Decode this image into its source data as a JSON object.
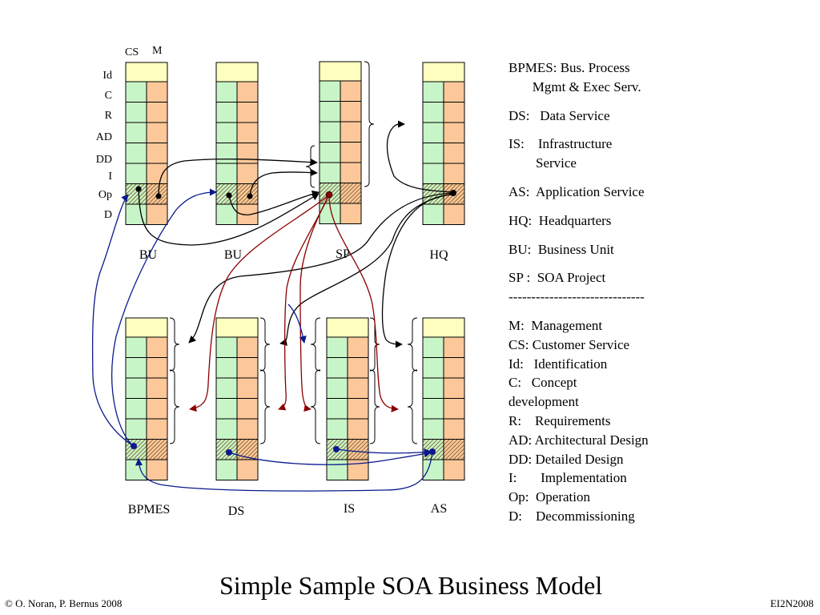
{
  "column_headers": [
    "CS",
    "M"
  ],
  "row_labels": [
    "Id",
    "C",
    "R",
    "AD",
    "DD",
    "I",
    "Op",
    "D"
  ],
  "entities_top": [
    "BU",
    "BU",
    "SP",
    "HQ"
  ],
  "entities_bottom": [
    "BPMES",
    "DS",
    "IS",
    "AS"
  ],
  "legend": [
    "BPMES: Bus. Process",
    "       Mgmt & Exec Serv.",
    "",
    "DS:   Data Service",
    "",
    "IS:    Infrastructure",
    "        Service",
    "",
    "AS:  Application Service",
    "",
    "HQ:  Headquarters",
    "",
    "BU:  Business Unit",
    "",
    "SP :  SOA Project",
    "------------------------------",
    "",
    "M:  Management",
    "CS: Customer Service",
    "Id:   Identification",
    "C:   Concept",
    "development",
    "R:    Requirements",
    "AD: Architectural Design",
    "DD: Detailed Design",
    "I:       Implementation",
    "Op:  Operation",
    "D:    Decommissioning"
  ],
  "title": "Simple Sample SOA Business Model",
  "footer_left": "© O. Noran, P. Bernus 2008",
  "footer_right": "EI2N2008",
  "colors": {
    "header_cell": "#ffffc0",
    "cs_cell": "#c8f5c8",
    "m_cell": "#fcc89a",
    "arrow_black": "#000000",
    "arrow_red": "#8b0000",
    "arrow_blue": "#0a1a8c"
  }
}
